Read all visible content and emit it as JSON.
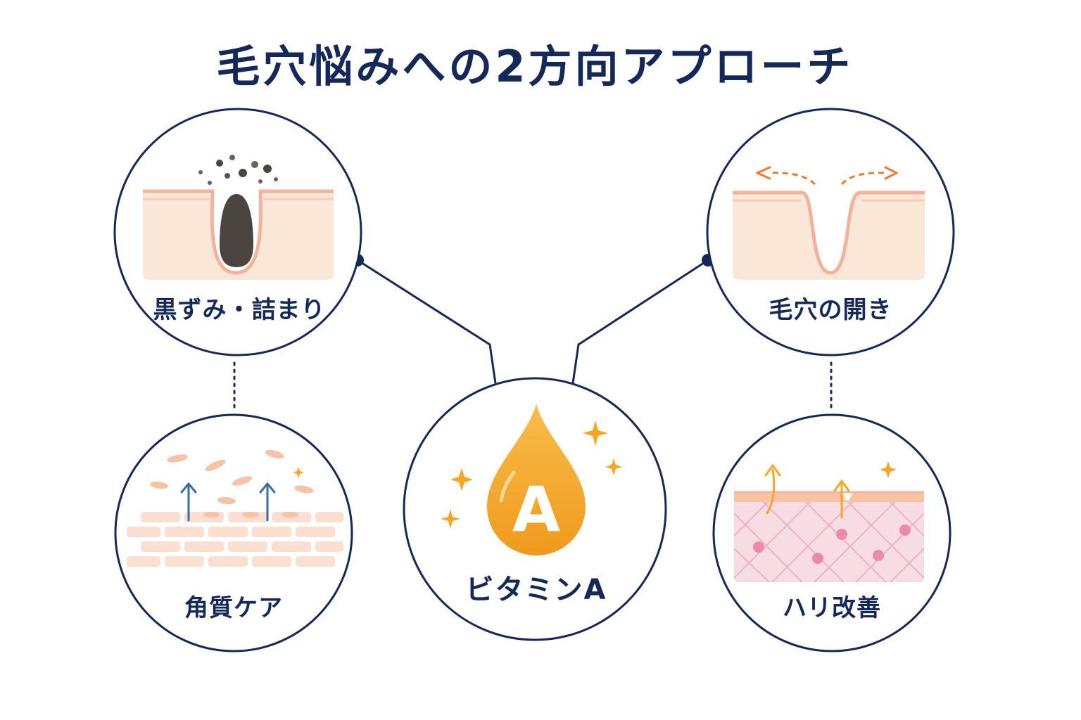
{
  "title": "毛穴悩みへの2方向アプローチ",
  "center": {
    "label": "ビタミンA",
    "drop_letter": "A",
    "icon": "vitamin-a-drop-icon"
  },
  "nodes": {
    "blackheads": {
      "label": "黒ずみ・詰まり",
      "icon": "clogged-pore-icon"
    },
    "open_pores": {
      "label": "毛穴の開き",
      "icon": "open-pore-icon"
    },
    "keratin_care": {
      "label": "角質ケア",
      "icon": "skin-turnover-icon"
    },
    "firmness": {
      "label": "ハリ改善",
      "icon": "collagen-firming-icon"
    }
  },
  "colors": {
    "navy": "#14285a",
    "accent_orange": "#f5a623",
    "arrow_orange": "#ef7a2a",
    "arrow_blue": "#3a6aa8",
    "skin": "#fbe6d6",
    "skin_line": "#f3b29b",
    "clog": "#4a4540",
    "collagen_pink": "#f2d4dc",
    "collagen_dot": "#ec8aa8"
  }
}
